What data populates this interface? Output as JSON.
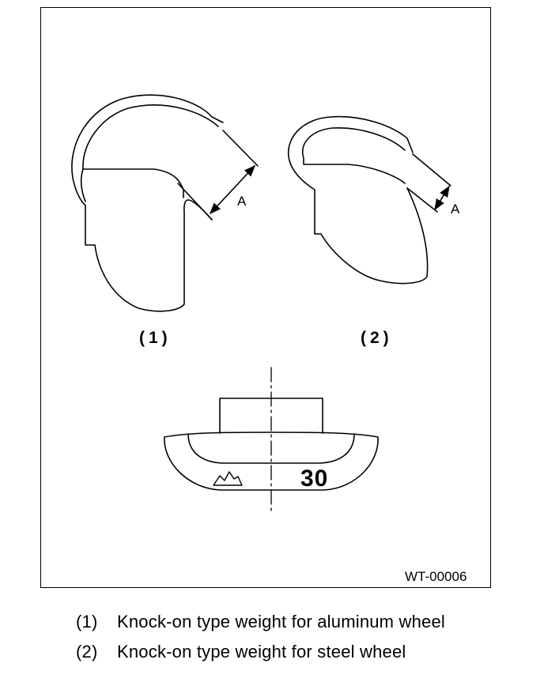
{
  "figure": {
    "code": "WT-00006",
    "fig1": {
      "number": "(1)",
      "dimension_label": "A"
    },
    "fig2": {
      "number": "(2)",
      "dimension_label": "A"
    },
    "weight_marking": "30"
  },
  "legend": [
    {
      "number": "(1)",
      "text": "Knock-on type weight for aluminum wheel"
    },
    {
      "number": "(2)",
      "text": "Knock-on type weight for steel wheel"
    }
  ]
}
